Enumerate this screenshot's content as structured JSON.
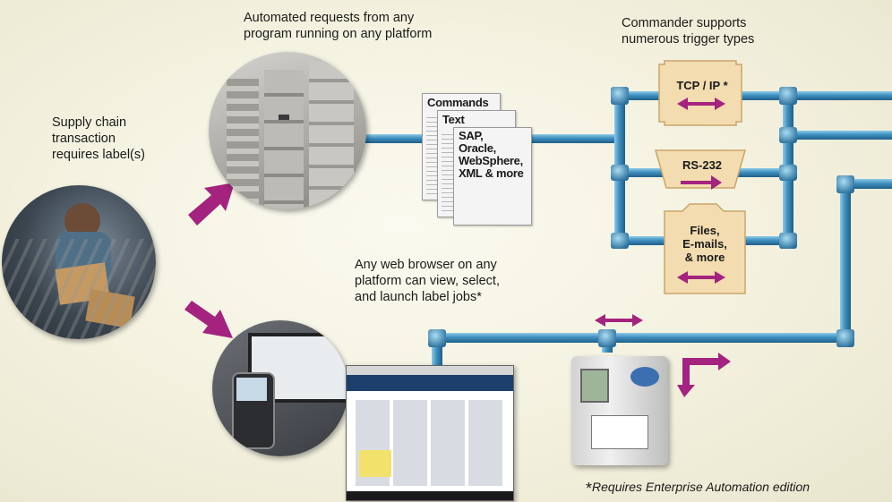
{
  "labels": {
    "supply_chain": [
      "Supply chain",
      "transaction",
      "requires label(s)"
    ],
    "automated": [
      "Automated requests from any",
      "program running on any platform"
    ],
    "commander": [
      "Commander supports",
      "numerous trigger types"
    ],
    "web_browser": [
      "Any web browser on any",
      "platform can view, select,",
      "and launch label jobs*"
    ]
  },
  "documents": {
    "commands": "Commands",
    "text": "Text",
    "platforms": [
      "SAP,",
      "Oracle,",
      "WebSphere,",
      "XML & more"
    ]
  },
  "triggers": {
    "tcpip": "TCP / IP *",
    "rs232": "RS-232",
    "files": [
      "Files,",
      "E-mails,",
      "& more"
    ]
  },
  "footnote": "Requires Enterprise Automation edition",
  "footnote_mark": "*",
  "colors": {
    "pipe": "#3f8fbf",
    "arrow": "#a3237f",
    "trigger_fill": "#f3dcb0",
    "background": "#f3f1de"
  }
}
